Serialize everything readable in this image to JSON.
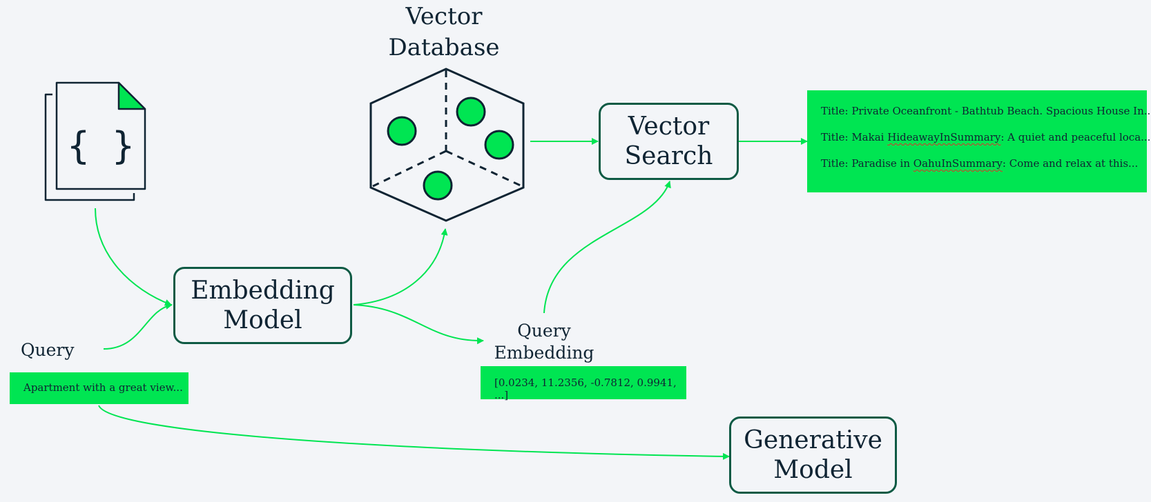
{
  "labels": {
    "vector_database": "Vector\nDatabase",
    "query": "Query",
    "query_embedding": "Query\nEmbedding"
  },
  "nodes": {
    "embedding_model": "Embedding\nModel",
    "vector_search": "Vector\nSearch",
    "generative_model": "Generative\nModel"
  },
  "query_input": {
    "value": "Apartment with a great view..."
  },
  "embedding_values": {
    "text": "[0.0234, 11.2356, -0.7812, 0.9941, ...]"
  },
  "results": [
    {
      "text": "Title: Private Oceanfront - Bathtub Beach. Spacious House In..."
    },
    {
      "prefix": "Title: Makai ",
      "flagged": "HideawayInSummary",
      "suffix": ": A quiet and peaceful loca..."
    },
    {
      "prefix": "Title: Paradise in ",
      "flagged": "OahuInSummary",
      "suffix": ": Come and relax at this..."
    }
  ],
  "icons": {
    "documents": "json-document-stack-icon",
    "database": "vector-database-hexagon-icon"
  },
  "colors": {
    "accent_green": "#00e552",
    "node_border": "#0e5a44",
    "text": "#0f2433",
    "background": "#f3f5f8"
  }
}
